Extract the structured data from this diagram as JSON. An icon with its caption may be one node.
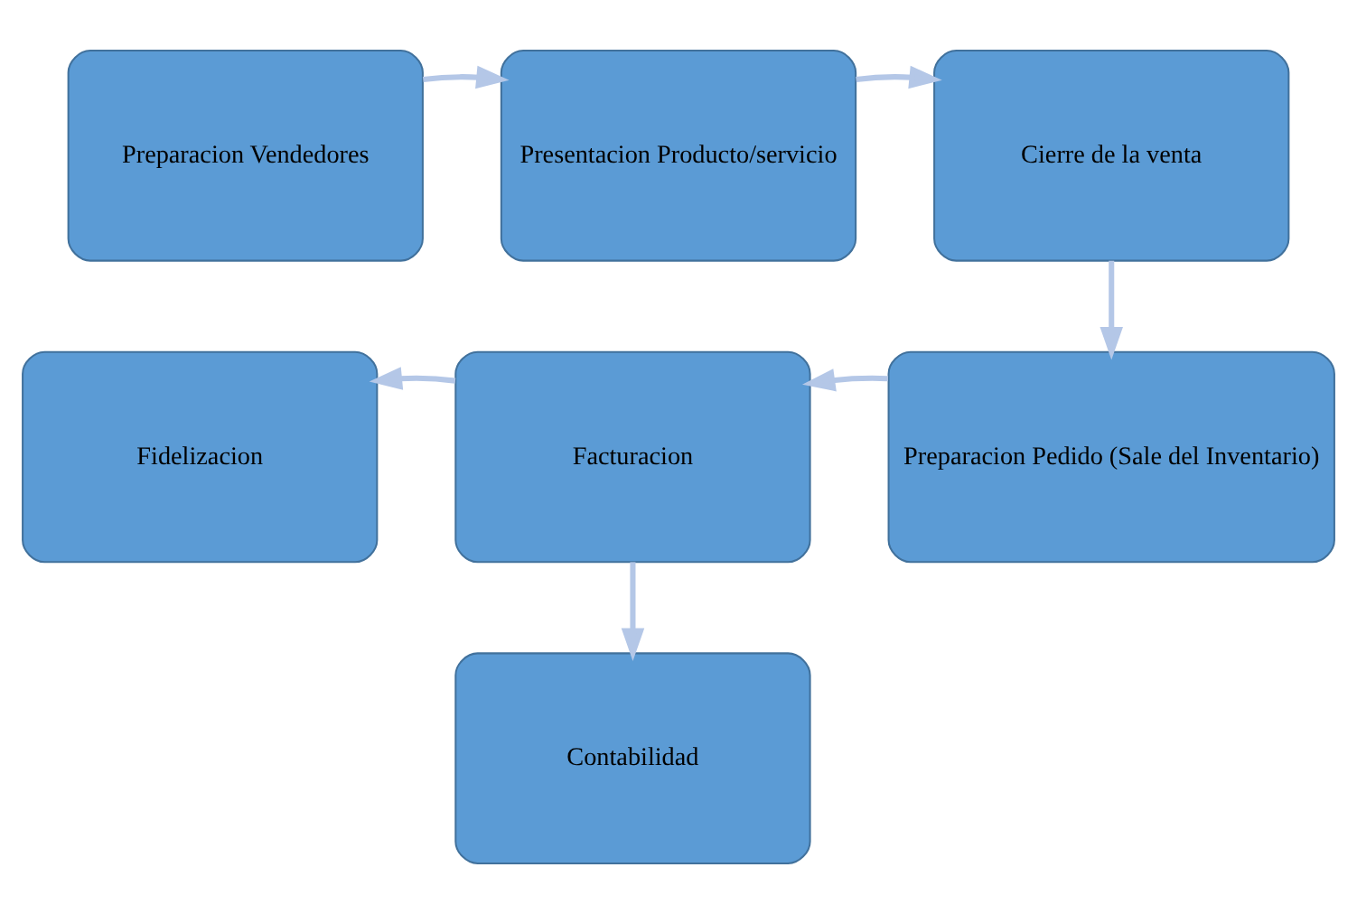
{
  "diagram": {
    "nodes": [
      {
        "text": [
          "Preparacion Vendedores"
        ]
      },
      {
        "text": [
          "Presentacion Producto/servicio"
        ]
      },
      {
        "text": [
          "Cierre de la venta"
        ]
      },
      {
        "text": [
          "Fidelizacion"
        ]
      },
      {
        "text": [
          "Facturacion"
        ]
      },
      {
        "text": [
          "Preparacion Pedido (Sale del Inventario)"
        ]
      },
      {
        "text": [
          "Contabilidad"
        ]
      }
    ],
    "edges": [
      {
        "from": 0,
        "to": 1,
        "arrow": "to"
      },
      {
        "from": 1,
        "to": 2,
        "arrow": "to"
      },
      {
        "from": 2,
        "to": 5,
        "arrow": "to"
      },
      {
        "from": 5,
        "to": 4,
        "arrow": "to"
      },
      {
        "from": 4,
        "to": 3,
        "arrow": "to"
      },
      {
        "from": 4,
        "to": 6,
        "arrow": "to"
      }
    ]
  }
}
